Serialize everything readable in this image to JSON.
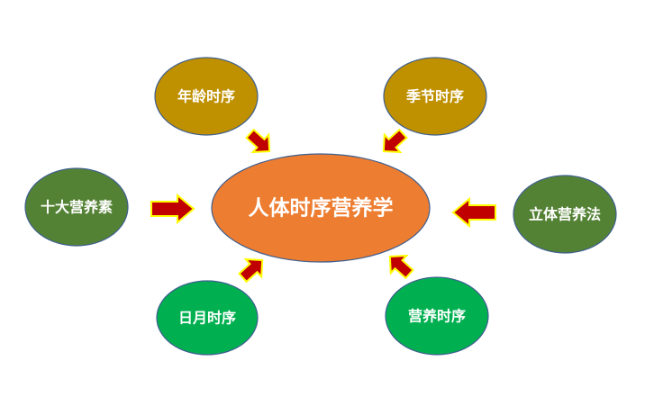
{
  "center": {
    "label": "人体时序营养学",
    "color": "#ED7D31"
  },
  "nodes": [
    {
      "id": "age",
      "label": "年龄时序",
      "color": "#BF9000"
    },
    {
      "id": "season",
      "label": "季节时序",
      "color": "#BF9000"
    },
    {
      "id": "nutrients",
      "label": "十大营养素",
      "color": "#548235"
    },
    {
      "id": "stereo",
      "label": "立体营养法",
      "color": "#548235"
    },
    {
      "id": "sunmoon",
      "label": "日月时序",
      "color": "#00B050"
    },
    {
      "id": "nutrition",
      "label": "营养时序",
      "color": "#00B050"
    }
  ],
  "arrow": {
    "fill": "#C00000",
    "outline": "#FFFF00"
  }
}
